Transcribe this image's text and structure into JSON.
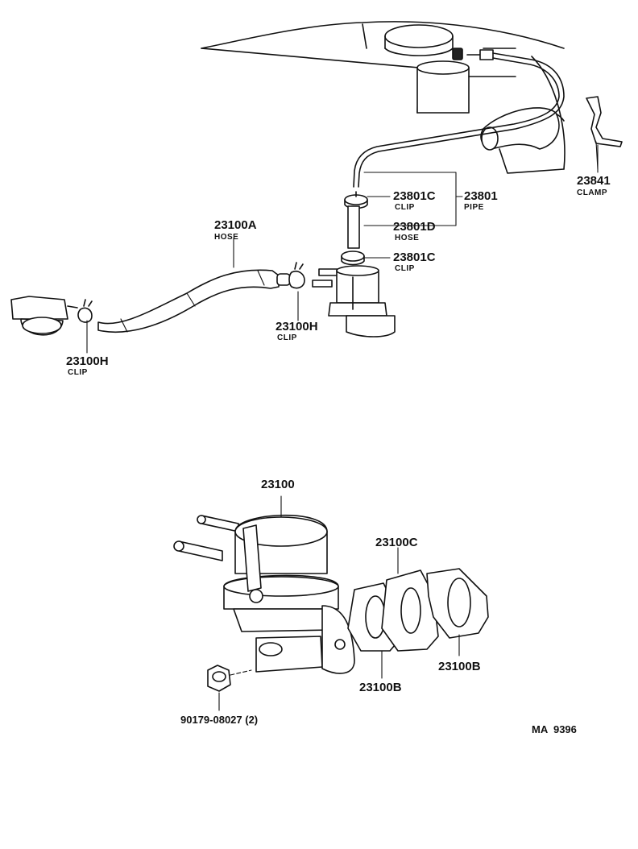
{
  "parts": {
    "p23841": {
      "number": "23841",
      "name": "CLAMP"
    },
    "p23801C_top": {
      "number": "23801C",
      "name": "CLIP"
    },
    "p23801": {
      "number": "23801",
      "name": "PIPE"
    },
    "p23801D": {
      "number": "23801D",
      "name": "HOSE"
    },
    "p23801C_bottom": {
      "number": "23801C",
      "name": "CLIP"
    },
    "p23100A": {
      "number": "23100A",
      "name": "HOSE"
    },
    "p23100H_mid": {
      "number": "23100H",
      "name": "CLIP"
    },
    "p23100H_left": {
      "number": "23100H",
      "name": "CLIP"
    },
    "p23100": {
      "number": "23100"
    },
    "p23100C": {
      "number": "23100C"
    },
    "p23100B_left": {
      "number": "23100B"
    },
    "p23100B_right": {
      "number": "23100B"
    },
    "p90179": {
      "number": "90179-08027 (2)"
    }
  },
  "diagram_code": "MA  9396"
}
